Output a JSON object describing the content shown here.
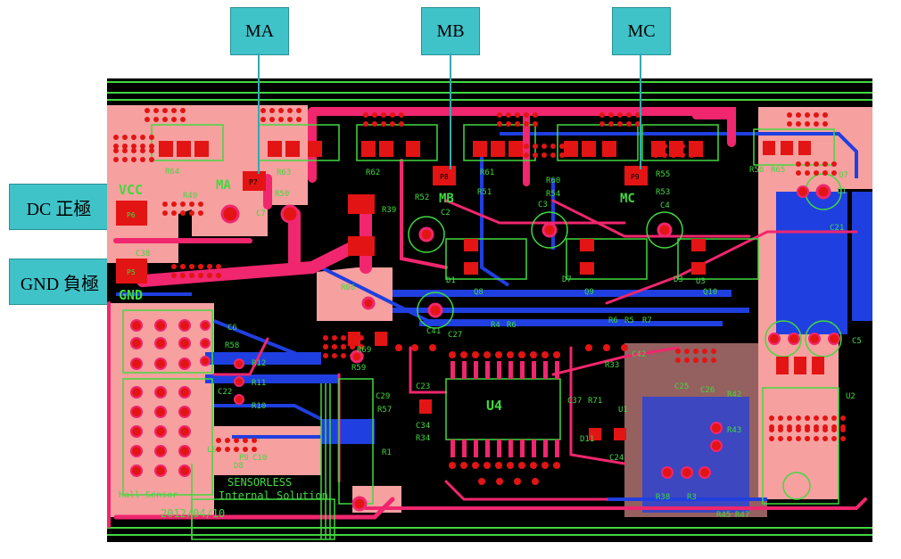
{
  "callouts": {
    "ma": "MA",
    "mb": "MB",
    "mc": "MC",
    "dc_positive": "DC 正極",
    "gnd_negative": "GND 負極"
  },
  "board_labels": {
    "vcc": "VCC",
    "gnd": "GND",
    "ma": "MA",
    "mb": "MB",
    "mc": "MC",
    "u4": "U4",
    "p6": "P6",
    "p5": "P5",
    "p7": "P7",
    "p8": "P8",
    "p9": "P9",
    "sensorless": "SENSORLESS",
    "internal_solution": "Internal Solution",
    "date": "2012/04/10",
    "hall_sensor": "Hall Sensor"
  },
  "components": [
    "R64",
    "R49",
    "C7",
    "R63",
    "R50",
    "R62",
    "R39",
    "R52",
    "C2",
    "R61",
    "R51",
    "R60",
    "R54",
    "C3",
    "R53",
    "R55",
    "C4",
    "R56",
    "R65",
    "Q7",
    "C1",
    "C21",
    "C38",
    "D1",
    "C41",
    "C27",
    "Q8",
    "R4",
    "R6",
    "D7",
    "Q9",
    "R6",
    "R5",
    "D3",
    "Q10",
    "R7",
    "R69",
    "R58",
    "C6",
    "R12",
    "R11",
    "R10",
    "C22",
    "C23",
    "C29",
    "R57",
    "C34",
    "R34",
    "C37",
    "R71",
    "R33",
    "C42",
    "C25",
    "D11",
    "C24",
    "C5",
    "U1",
    "U2",
    "R43",
    "R45",
    "R47",
    "R38",
    "R3",
    "C26",
    "P9",
    "C10",
    "R1",
    "R42",
    "LS",
    "U3",
    "R59",
    "D8",
    "R66"
  ],
  "colors": {
    "board": "#000000",
    "top_copper": "#f0266e",
    "bottom_copper": "#1f3fe0",
    "pour": "#f6a0a0",
    "pads": "#e31414",
    "silkscreen": "#42d840",
    "callout": "#3fc3c9",
    "leader": "#33a9b3"
  }
}
